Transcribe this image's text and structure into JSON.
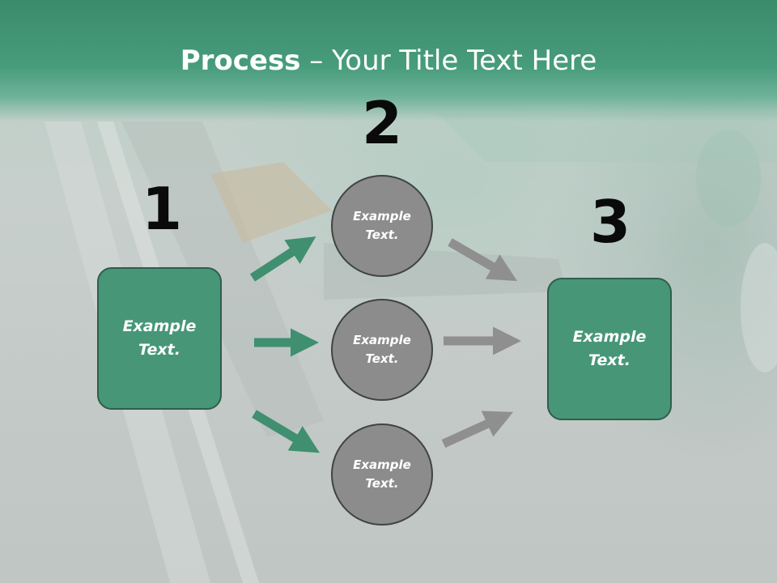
{
  "slide": {
    "title_bold": "Process",
    "title_rest": " – Your Title Text Here"
  },
  "steps": {
    "one": "1",
    "two": "2",
    "three": "3"
  },
  "left_box": {
    "text": "Example\nText."
  },
  "circles": [
    {
      "text": "Example\nText."
    },
    {
      "text": "Example\nText."
    },
    {
      "text": "Example\nText."
    }
  ],
  "right_box": {
    "text": "Example\nText."
  },
  "colors": {
    "header": "#479c7c",
    "box": "#479678",
    "circle": "#8c8c8c",
    "arrow_green": "#3f8f70",
    "arrow_gray": "#8f8f8f"
  }
}
